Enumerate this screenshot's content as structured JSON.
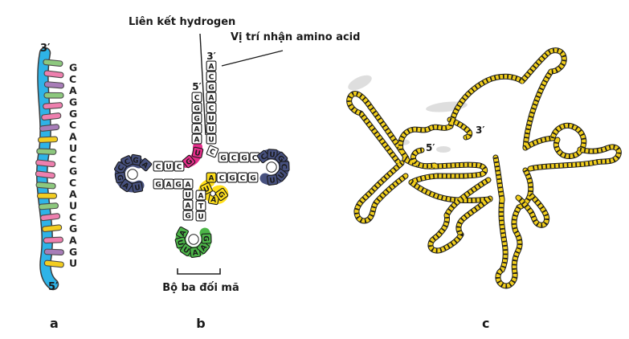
{
  "figure": {
    "background": "#ffffff"
  },
  "panels": {
    "a": {
      "label": "a",
      "molecule": "mRNA strand",
      "three_prime_label": "3′",
      "five_prime_label": "5′",
      "sequence": [
        "G",
        "C",
        "A",
        "G",
        "G",
        "C",
        "A",
        "U",
        "C",
        "G",
        "C",
        "A",
        "U",
        "C",
        "G",
        "A",
        "G",
        "U"
      ],
      "bar_colors": [
        "green",
        "pink",
        "purple",
        "green",
        "pink",
        "pink",
        "purple",
        "yellow",
        "green",
        "pink",
        "pink",
        "green",
        "yellow",
        "green",
        "pink",
        "yellow",
        "pink",
        "purple",
        "yellow"
      ],
      "palette": {
        "green": "#8dc87e",
        "pink": "#ee7fae",
        "purple": "#a87db8",
        "yellow": "#f3cd20",
        "backbone": "#2eb3e7"
      }
    },
    "b": {
      "label": "b",
      "molecule": "tRNA cloverleaf",
      "annotations": {
        "hydrogen_bond": "Liên kết hydrogen",
        "amino_acid_site": "Vị trí nhận amino acid",
        "anticodon": "Bộ ba đối mã"
      },
      "three_prime_label": "3′",
      "five_prime_label": "5′",
      "strands": {
        "acceptor_5p": [
          "C",
          "G",
          "G",
          "A",
          "A"
        ],
        "bend_magenta": [
          "U",
          "G"
        ],
        "d_arm_top": [
          "C",
          "U",
          "C"
        ],
        "d_loop": [
          "A",
          "G",
          "C",
          "C",
          "G",
          "A",
          "U"
        ],
        "d_arm_bottom": [
          "G",
          "A",
          "G"
        ],
        "anticodon_stem_left": [
          "A",
          "U",
          "A",
          "G"
        ],
        "anticodon_loop": [
          "A",
          "U",
          "U",
          "A",
          "A",
          "G"
        ],
        "anticodon_stem_right": [
          "A",
          "T",
          "U"
        ],
        "variable_square": "A",
        "variable_loop": [
          "U",
          "A",
          "G"
        ],
        "t_arm_bottom": [
          "C",
          "G",
          "C",
          "G"
        ],
        "t_loop": [
          "C",
          "U",
          "G",
          "C",
          "U",
          "U"
        ],
        "t_arm_top": [
          "G",
          "C",
          "G",
          "C"
        ],
        "corner": "C",
        "acceptor_3p": [
          "A",
          "C",
          "G",
          "A",
          "C",
          "U",
          "U",
          "U"
        ]
      },
      "colors": {
        "navy": "#47517f",
        "green": "#4cb648",
        "yellow": "#ffdf1b",
        "magenta": "#e52d8a",
        "white": "#ffffff"
      }
    },
    "c": {
      "label": "c",
      "molecule": "rRNA folded chain",
      "three_prime_label": "3′",
      "five_prime_label": "5′",
      "chain_color": "#f2cf1c"
    }
  }
}
